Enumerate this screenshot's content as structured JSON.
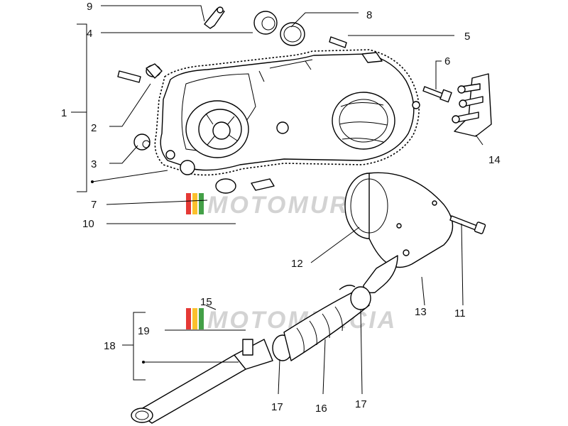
{
  "watermark": {
    "text": "MOTOMURCIA",
    "colors": [
      "#e53935",
      "#fbc02d",
      "#43a047"
    ]
  },
  "callouts": {
    "n1": "1",
    "n2": "2",
    "n3": "3",
    "n4": "4",
    "n5": "5",
    "n6": "6",
    "n7": "7",
    "n8": "8",
    "n9": "9",
    "n10": "10",
    "n11": "11",
    "n12": "12",
    "n13": "13",
    "n14": "14",
    "n15": "15",
    "n16": "16",
    "n17a": "17",
    "n17b": "17",
    "n18": "18",
    "n19": "19"
  }
}
